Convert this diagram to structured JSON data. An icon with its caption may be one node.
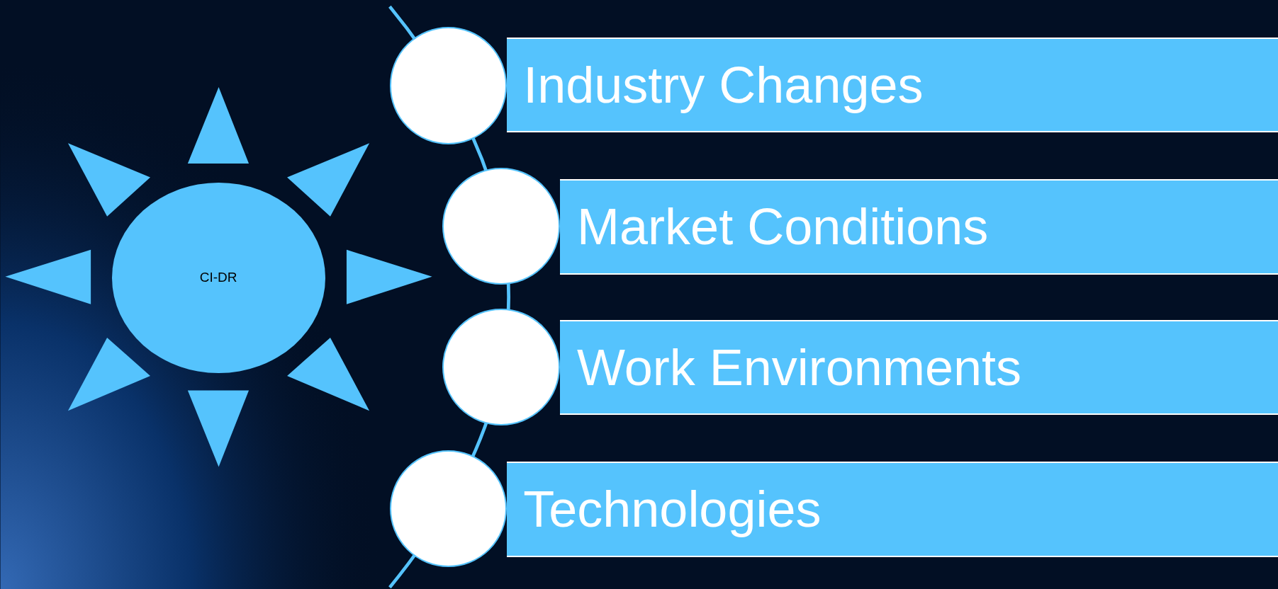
{
  "diagram": {
    "nodes": [
      {
        "text": [
          "CI-DR"
        ]
      },
      {
        "text": [],
        "shape": "circle"
      },
      {
        "text": [
          "Industry Changes"
        ]
      },
      {
        "text": [],
        "shape": "circle"
      },
      {
        "text": [
          "Market Conditions"
        ]
      },
      {
        "text": [],
        "shape": "circle"
      },
      {
        "text": [
          "Work Environments"
        ]
      },
      {
        "text": [],
        "shape": "circle"
      },
      {
        "text": [
          "Technologies"
        ]
      }
    ]
  }
}
